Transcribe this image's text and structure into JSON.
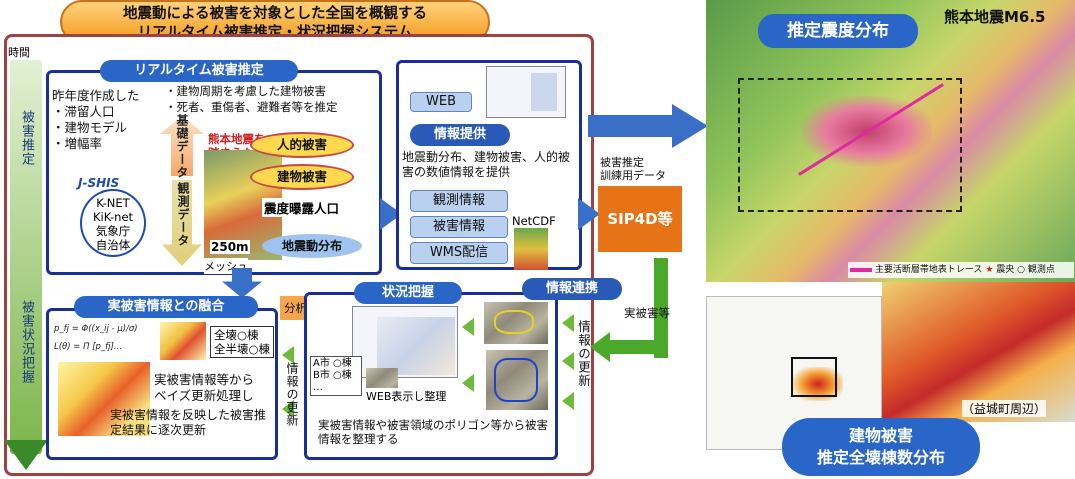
{
  "title": {
    "line1": "地震動による被害を対象とした全国を概観する",
    "line2": "リアルタイム被害推定・状況把握システム"
  },
  "time_axis": {
    "label": "時間",
    "stage1": "被害推定",
    "stage2": "被害状況把握"
  },
  "realtime": {
    "header": "リアルタイム被害推定",
    "intro": "昨年度作成した",
    "bullets": [
      "・滞留人口",
      "・建物モデル",
      "・増幅率"
    ],
    "features": [
      "・建物周期を考慮した建物被害",
      "・死者、重傷者、避難者等を推定"
    ],
    "basic_data": "基礎データ",
    "kumamoto_note": "熊本地震を踏まえた改良",
    "jshis": "J-SHIS",
    "obs_sources": [
      "K-NET",
      "KiK-net",
      "気象庁",
      "自治体"
    ],
    "obs_data": "観測データ",
    "human_damage": "人的被害",
    "building_damage": "建物被害",
    "exposure": "震度曝露人口",
    "ground_motion": "地震動分布",
    "mesh": "250m",
    "mesh_unit": "メッシュ"
  },
  "info": {
    "web": "WEB",
    "header": "情報提供",
    "desc": "地震動分布、建物被害、人的被害の数値情報を提供",
    "buttons": [
      "観測情報",
      "被害情報",
      "WMS配信"
    ],
    "netcdf": "NetCDF"
  },
  "sip": {
    "label": "SIP4D等",
    "caption_line1": "被害推定",
    "caption_line2": "訓練用データ"
  },
  "fusion": {
    "header": "実被害情報との融合",
    "analysis": "分析",
    "legend_line1": "全壊○棟",
    "legend_line2": "全半壊○棟",
    "text1": "実被害情報等から",
    "text2": "ベイズ更新処理し",
    "text3": "実被害情報を反映した被害推定結果に逐次更新",
    "formula1": "p_fj = Φ((x_ij - μ)/σ)",
    "formula2": "L(θ) = Π [p_fj]…"
  },
  "status": {
    "header": "状況把握",
    "rows": [
      "A市 ○棟",
      "B市 ○棟"
    ],
    "ellipsis": "…",
    "web_caption": "WEB表示し整理",
    "desc": "実被害情報や被害領域のポリゴン等から被害情報を整理する"
  },
  "link": {
    "header": "情報連携",
    "actual_damage": "実被害等",
    "update": "情報の更新"
  },
  "update_left": "情報の更新",
  "map": {
    "title": "推定震度分布",
    "event": "熊本地震M6.5",
    "legend_trace": "主要活断層帯地表トレース",
    "legend_epicenter": "震央",
    "legend_station": "観測点",
    "zoom_caption": "（益城町周辺）",
    "result_line1": "建物被害",
    "result_line2": "推定全壊棟数分布"
  },
  "colors": {
    "navy": "#1a2e9a",
    "orange": "#f39a1d",
    "green": "#6dbb3a",
    "blue": "#3a6fc8"
  }
}
